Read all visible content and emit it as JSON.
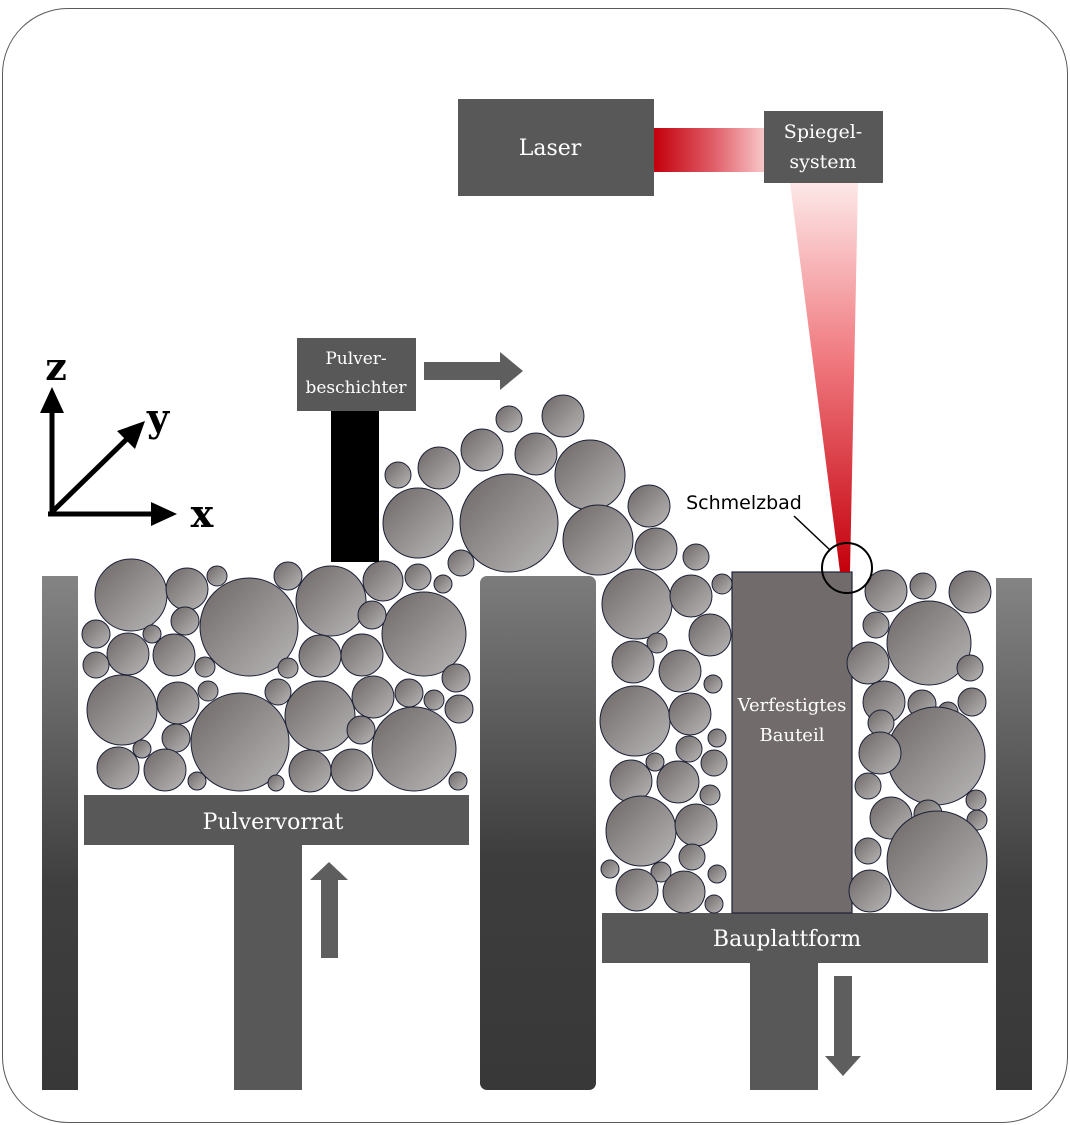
{
  "labels": {
    "laser": "Laser",
    "mirror_line1": "Spiegel-",
    "mirror_line2": "system",
    "recoater_line1": "Pulver-",
    "recoater_line2": "beschichter",
    "melt_pool": "Schmelzbad",
    "part_line1": "Verfestigtes",
    "part_line2": "Bauteil",
    "powder_supply": "Pulvervorrat",
    "build_platform": "Bauplattform"
  },
  "axes": {
    "z": "z",
    "y": "y",
    "x": "x"
  },
  "colors": {
    "block": "#585858",
    "block_dark": "#3d3d3d",
    "laser_red": "#c8000e",
    "arrow_gray": "#5e5e5e",
    "particle_dark": "#6c6765",
    "particle_light": "#b8b5b6",
    "part_fill": "#716c6b"
  }
}
